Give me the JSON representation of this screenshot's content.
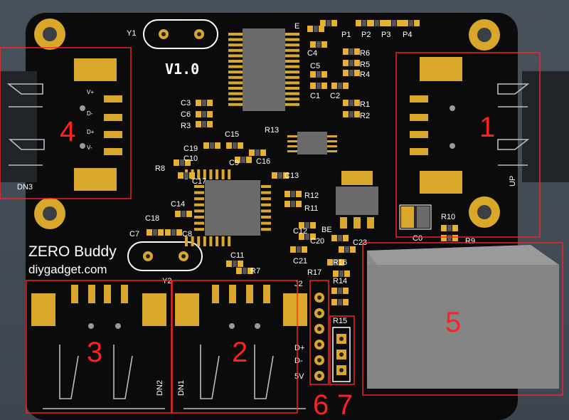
{
  "board": {
    "name": "ZERO Buddy",
    "website": "diygadget.com",
    "version": "V1.0"
  },
  "callouts": [
    "1",
    "2",
    "3",
    "4",
    "5",
    "6",
    "7"
  ],
  "silkscreen": {
    "components": [
      "Y1",
      "Y2",
      "E",
      "P1",
      "P2",
      "P3",
      "P4",
      "C4",
      "C5",
      "C1",
      "C2",
      "R6",
      "R5",
      "R4",
      "R1",
      "R2",
      "C3",
      "C6",
      "R3",
      "R13",
      "C15",
      "C19",
      "C10",
      "C16",
      "C9",
      "R8",
      "C17",
      "C13",
      "C14",
      "R12",
      "R11",
      "C18",
      "C7",
      "C8",
      "C12",
      "BE",
      "C20",
      "C23",
      "C21",
      "R16",
      "R17",
      "C11",
      "R7",
      "R10",
      "R9",
      "C0",
      "R14",
      "R15",
      "J2"
    ],
    "connector_labels": [
      "DN3",
      "UP",
      "DN2",
      "DN1"
    ],
    "header_pins": [
      "D+",
      "D-",
      "5V"
    ],
    "usb_pin_marks": [
      "V+",
      "D-",
      "D+",
      "V-"
    ]
  },
  "colors": {
    "background": "#3f4852",
    "board": "#0c0c0c",
    "pad_gold": "#d9a82a",
    "silkscreen": "#ffffff",
    "callout_red": "#ff2020",
    "ic_gray": "#707070",
    "connector_gray": "#8a8a8a"
  }
}
